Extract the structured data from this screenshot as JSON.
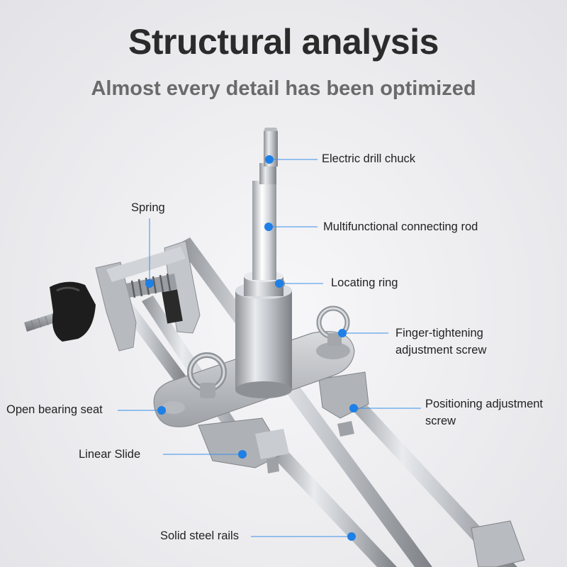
{
  "header": {
    "title": "Structural analysis",
    "subtitle": "Almost every detail has been optimized"
  },
  "callouts": [
    {
      "id": "electric-drill-chuck",
      "text": "Electric drill chuck"
    },
    {
      "id": "spring",
      "text": "Spring"
    },
    {
      "id": "multifunctional-connecting-rod",
      "text": "Multifunctional connecting rod"
    },
    {
      "id": "locating-ring",
      "text": "Locating ring"
    },
    {
      "id": "finger-tightening-screw",
      "text": "Finger-tightening adjustment screw"
    },
    {
      "id": "open-bearing-seat",
      "text": "Open bearing seat"
    },
    {
      "id": "positioning-adjustment-screw",
      "text": "Positioning adjustment screw"
    },
    {
      "id": "linear-slide",
      "text": "Linear Slide"
    },
    {
      "id": "solid-steel-rails",
      "text": "Solid steel rails"
    }
  ],
  "colors": {
    "callout_dot": "#1e7fe6",
    "callout_line": "#3b8ee8",
    "title": "#2b2b2b",
    "subtitle": "#6a6a6a"
  }
}
